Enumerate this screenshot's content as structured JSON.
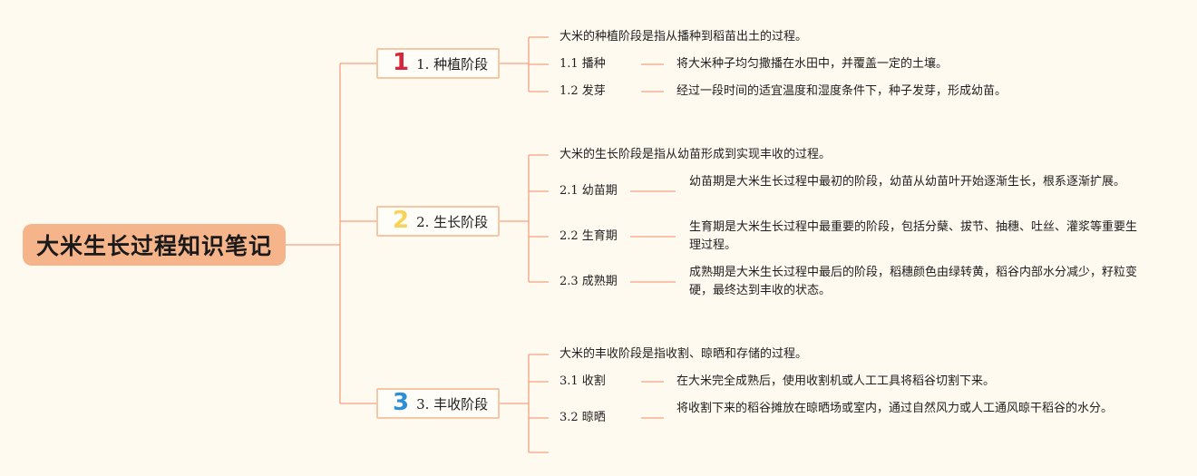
{
  "root": {
    "title": "大米生长过程知识笔记"
  },
  "colors": {
    "line": "#f3a27f",
    "num1": "#d6283c",
    "num2": "#f6d35a",
    "num3": "#2f8fd6",
    "root_bg": "#f6b48b"
  },
  "branches": [
    {
      "num": "1",
      "label": "1. 种植阶段",
      "intro": "大米的种植阶段是指从播种到稻苗出土的过程。",
      "items": [
        {
          "label": "1.1 播种",
          "text": "将大米种子均匀撒播在水田中，并覆盖一定的土壤。"
        },
        {
          "label": "1.2 发芽",
          "text": "经过一段时间的适宜温度和湿度条件下，种子发芽，形成幼苗。"
        }
      ]
    },
    {
      "num": "2",
      "label": "2. 生长阶段",
      "intro": "大米的生长阶段是指从幼苗形成到实现丰收的过程。",
      "items": [
        {
          "label": "2.1 幼苗期",
          "text": "幼苗期是大米生长过程中最初的阶段，幼苗从幼苗叶开始逐渐生长，根系逐渐扩展。"
        },
        {
          "label": "2.2 生育期",
          "text": "生育期是大米生长过程中最重要的阶段，包括分蘖、拔节、抽穗、吐丝、灌浆等重要生理过程。"
        },
        {
          "label": "2.3 成熟期",
          "text": "成熟期是大米生长过程中最后的阶段，稻穗颜色由绿转黄，稻谷内部水分减少，籽粒变硬，最终达到丰收的状态。"
        }
      ]
    },
    {
      "num": "3",
      "label": "3. 丰收阶段",
      "intro": "大米的丰收阶段是指收割、晾晒和存储的过程。",
      "items": [
        {
          "label": "3.1 收割",
          "text": "在大米完全成熟后，使用收割机或人工工具将稻谷切割下来。"
        },
        {
          "label": "3.2 晾晒",
          "text": "将收割下来的稻谷摊放在晾晒场或室内，通过自然风力或人工通风晾干稻谷的水分。"
        }
      ]
    }
  ]
}
